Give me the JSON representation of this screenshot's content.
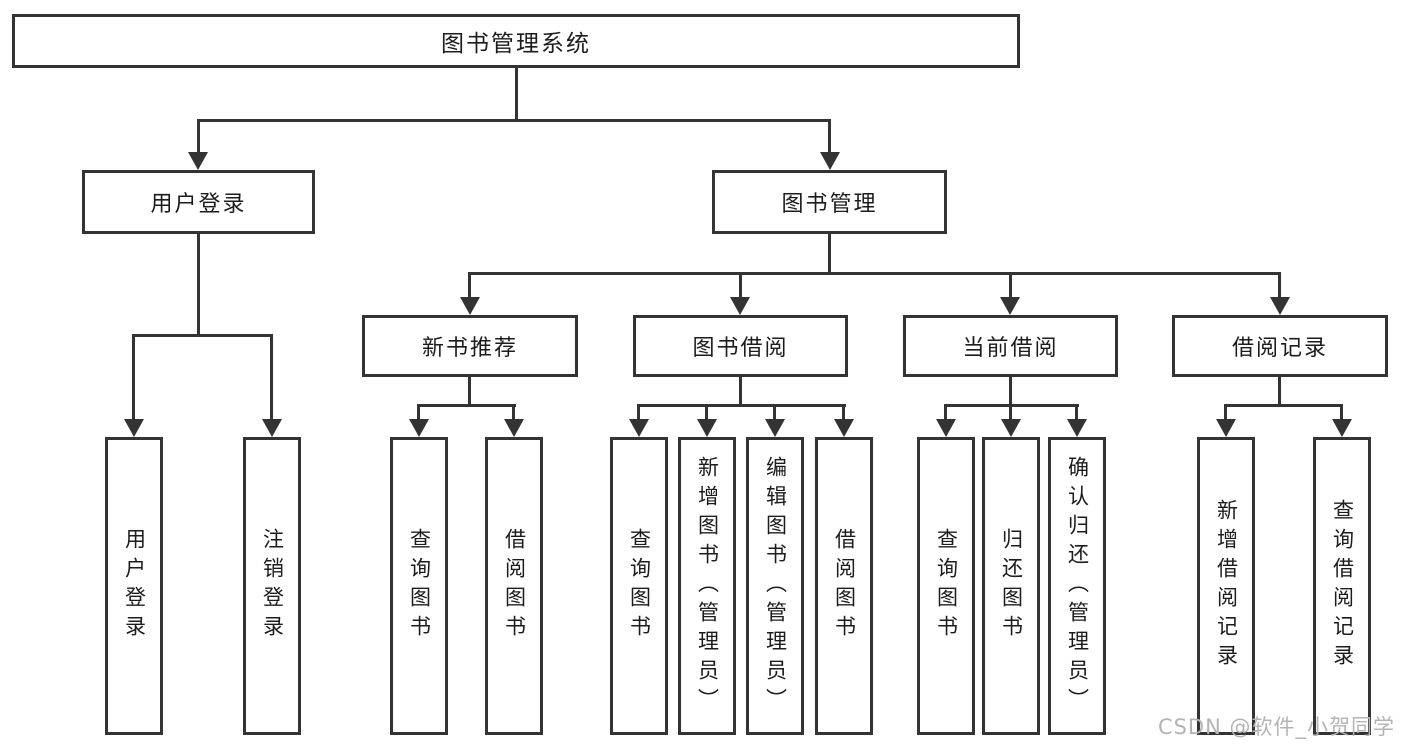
{
  "colors": {
    "line": "#333333",
    "text": "#1c1c1c",
    "background": "#ffffff",
    "watermark": "#b4b4b4"
  },
  "watermark": "CSDN @软件_小贺同学",
  "diagram": {
    "root": {
      "label": "图书管理系统"
    },
    "user_login": {
      "label": "用户登录",
      "children": [
        "用户登录",
        "注销登录"
      ]
    },
    "book_management": {
      "label": "图书管理",
      "sections": {
        "new_books": {
          "label": "新书推荐",
          "children": [
            "查询图书",
            "借阅图书"
          ]
        },
        "book_borrow": {
          "label": "图书借阅",
          "children": [
            "查询图书",
            "新增图书（管理员）",
            "编辑图书（管理员）",
            "借阅图书"
          ]
        },
        "current_borrow": {
          "label": "当前借阅",
          "children": [
            "查询图书",
            "归还图书",
            "确认归还（管理员）"
          ]
        },
        "borrow_records": {
          "label": "借阅记录",
          "children": [
            "新增借阅记录",
            "查询借阅记录"
          ]
        }
      }
    }
  }
}
